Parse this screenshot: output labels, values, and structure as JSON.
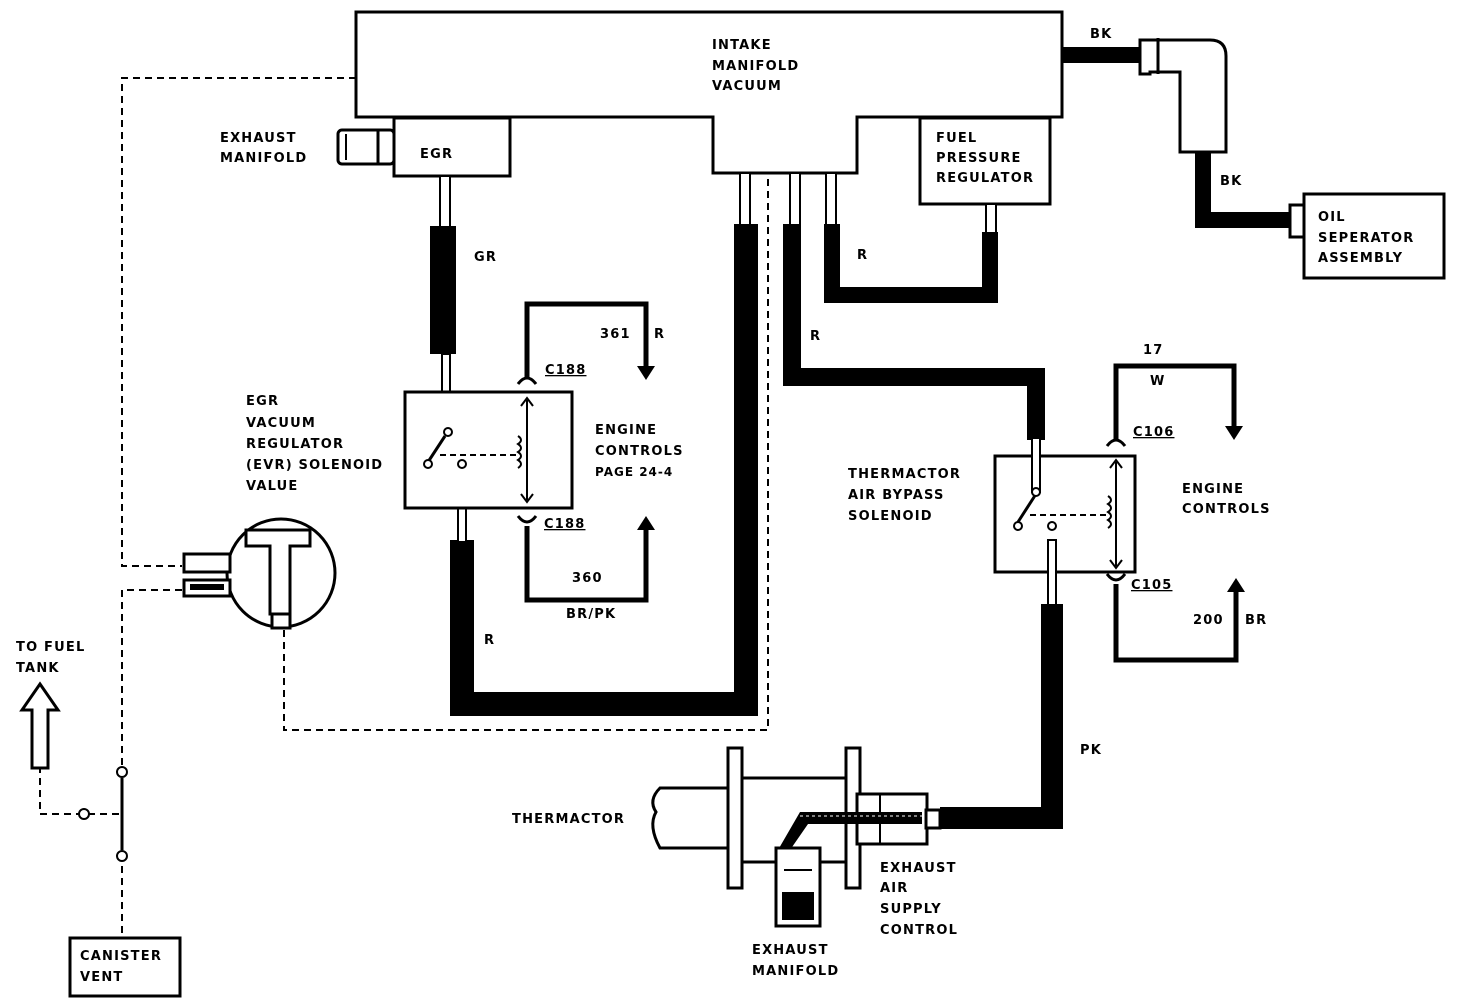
{
  "diagram": {
    "intake_manifold": [
      "INTAKE",
      "MANIFOLD",
      "VACUUM"
    ],
    "egr": "EGR",
    "exhaust_manifold_top": [
      "EXHAUST",
      "MANIFOLD"
    ],
    "fuel_pressure_regulator": [
      "FUEL",
      "PRESSURE",
      "REGULATOR"
    ],
    "oil_separator": [
      "OIL",
      "SEPERATOR",
      "ASSEMBLY"
    ],
    "evr_solenoid": [
      "EGR",
      "VACUUM",
      "REGULATOR",
      "(EVR) SOLENOID",
      "VALUE"
    ],
    "engine_controls_left": [
      "ENGINE",
      "CONTROLS",
      "PAGE 24-4"
    ],
    "thermactor_bypass": [
      "THERMACTOR",
      "AIR BYPASS",
      "SOLENOID"
    ],
    "engine_controls_right": [
      "ENGINE",
      "CONTROLS"
    ],
    "to_fuel_tank": [
      "TO FUEL",
      "TANK"
    ],
    "canister_vent": [
      "CANISTER",
      "VENT"
    ],
    "thermactor": "THERMACTOR",
    "exhaust_manifold_bottom": [
      "EXHAUST",
      "MANIFOLD"
    ],
    "exhaust_air_supply": [
      "EXHAUST",
      "AIR",
      "SUPPLY",
      "CONTROL"
    ],
    "wires": {
      "bk_top": "BK",
      "bk_mid": "BK",
      "gr": "GR",
      "r_fuel": "R",
      "r_left": "R",
      "r_mid": "R",
      "pk": "PK",
      "w361_num": "361",
      "w361_color": "R",
      "c188_top": "C188",
      "c188_bot": "C188",
      "w360_num": "360",
      "w360_color": "BR/PK",
      "w17_num": "17",
      "w17_color": "W",
      "c106": "C106",
      "c105": "C105",
      "w200_num": "200",
      "w200_color": "BR"
    }
  }
}
